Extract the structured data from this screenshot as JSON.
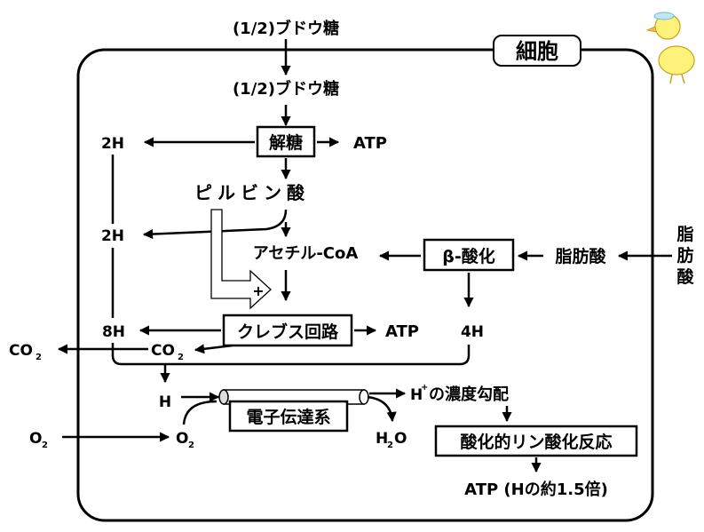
{
  "cell_label": "細胞",
  "glucose_outside": "(1/2)ブドウ糖",
  "glucose_inside": "(1/2)ブドウ糖",
  "glycolysis": "解糖",
  "atp_glycolysis": "ATP",
  "h2_glycolysis": "2H",
  "pyruvate": "ピルビン酸",
  "h2_pyruvate": "2H",
  "acetyl_coa": "アセチル-CoA",
  "beta_oxidation": "β-酸化",
  "fatty_acid_inner": "脂肪酸",
  "fatty_acid_outer": [
    "脂",
    "肪",
    "酸"
  ],
  "plus": "+",
  "h8": "8H",
  "krebs": "クレブス回路",
  "atp_krebs": "ATP",
  "h4": "4H",
  "co2_inner": "CO",
  "co2_inner_sub": "2",
  "co2_outer": "CO",
  "co2_outer_sub": "2",
  "h_single": "H",
  "etc": "電子伝達系",
  "h_gradient_h": "H",
  "h_gradient_sup": "+",
  "h_gradient_rest": "の濃度勾配",
  "o2_outer": "O",
  "o2_outer_sub": "2",
  "o2_inner": "O",
  "o2_inner_sub": "2",
  "h2o_h": "H",
  "h2o_sub": "2",
  "h2o_o": "O",
  "ox_phos": "酸化的リン酸化反応",
  "atp_result": "ATP (Hの約1.5倍)",
  "colors": {
    "stroke": "#000000",
    "chick_body": "#fff27a",
    "chick_beak": "#f2b56b"
  }
}
